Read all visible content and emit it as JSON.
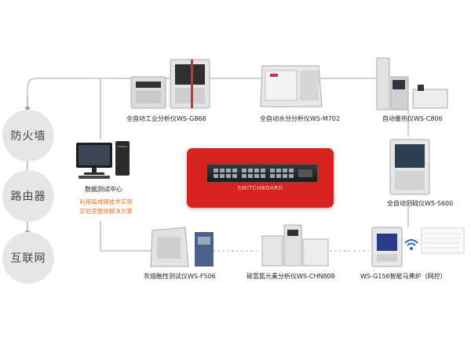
{
  "network": {
    "firewall": "防火墙",
    "router": "路由器",
    "internet": "互联网"
  },
  "center": {
    "title": "数据测试中心",
    "desc_line1": "利用局域网技术实现",
    "desc_line2": "实验室整体解决方案"
  },
  "switch_label": "SWITCHBOARD",
  "instruments": {
    "g868": "全自动工业分析仪WS-G868",
    "m702": "全自动水分分析仪WS-M702",
    "c806": "自动量热仪WS-C806",
    "s600": "全自动测硫仪WS-S600",
    "f506": "灰熔融性测试仪WS-F506",
    "chn808": "碳氢氮元素分析仪WS-CHN808",
    "g156": "WS-G156智能马弗炉（网控）"
  },
  "colors": {
    "accent_red": "#d8221e",
    "accent_orange": "#e2711e",
    "line_gray": "#b5b5b5",
    "circle_gray": "#e6e6e6"
  }
}
